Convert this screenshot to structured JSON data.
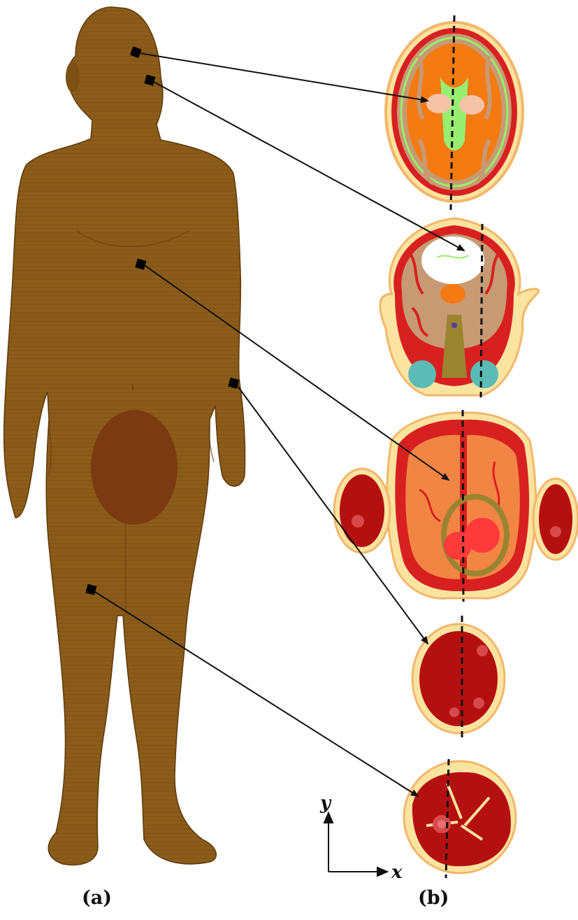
{
  "panels": {
    "a": "(a)",
    "b": "(b)"
  },
  "axes": {
    "x": "x",
    "y": "y"
  },
  "colors": {
    "body": "#8a5a18",
    "highlight": "#7a3a12",
    "skin": "#fbe3a0",
    "fat": "#f2b76a",
    "muscle": "#d82020",
    "dark_muscle": "#b51010",
    "brain_orange": "#f57a10",
    "brain_grey": "#c79a73",
    "csf": "#98ee70",
    "ventricle_pink": "#f6c3a8",
    "white": "#ffffff",
    "teal": "#5bbcb6",
    "olive": "#9a8430",
    "lung": "#f38544",
    "heart": "#ff3a3a"
  },
  "slices": [
    {
      "id": "head-top",
      "tissue": "brain"
    },
    {
      "id": "head-lower",
      "tissue": "brain-eyes"
    },
    {
      "id": "chest",
      "tissue": "torso"
    },
    {
      "id": "wrist",
      "tissue": "arm"
    },
    {
      "id": "thigh",
      "tissue": "leg"
    }
  ]
}
